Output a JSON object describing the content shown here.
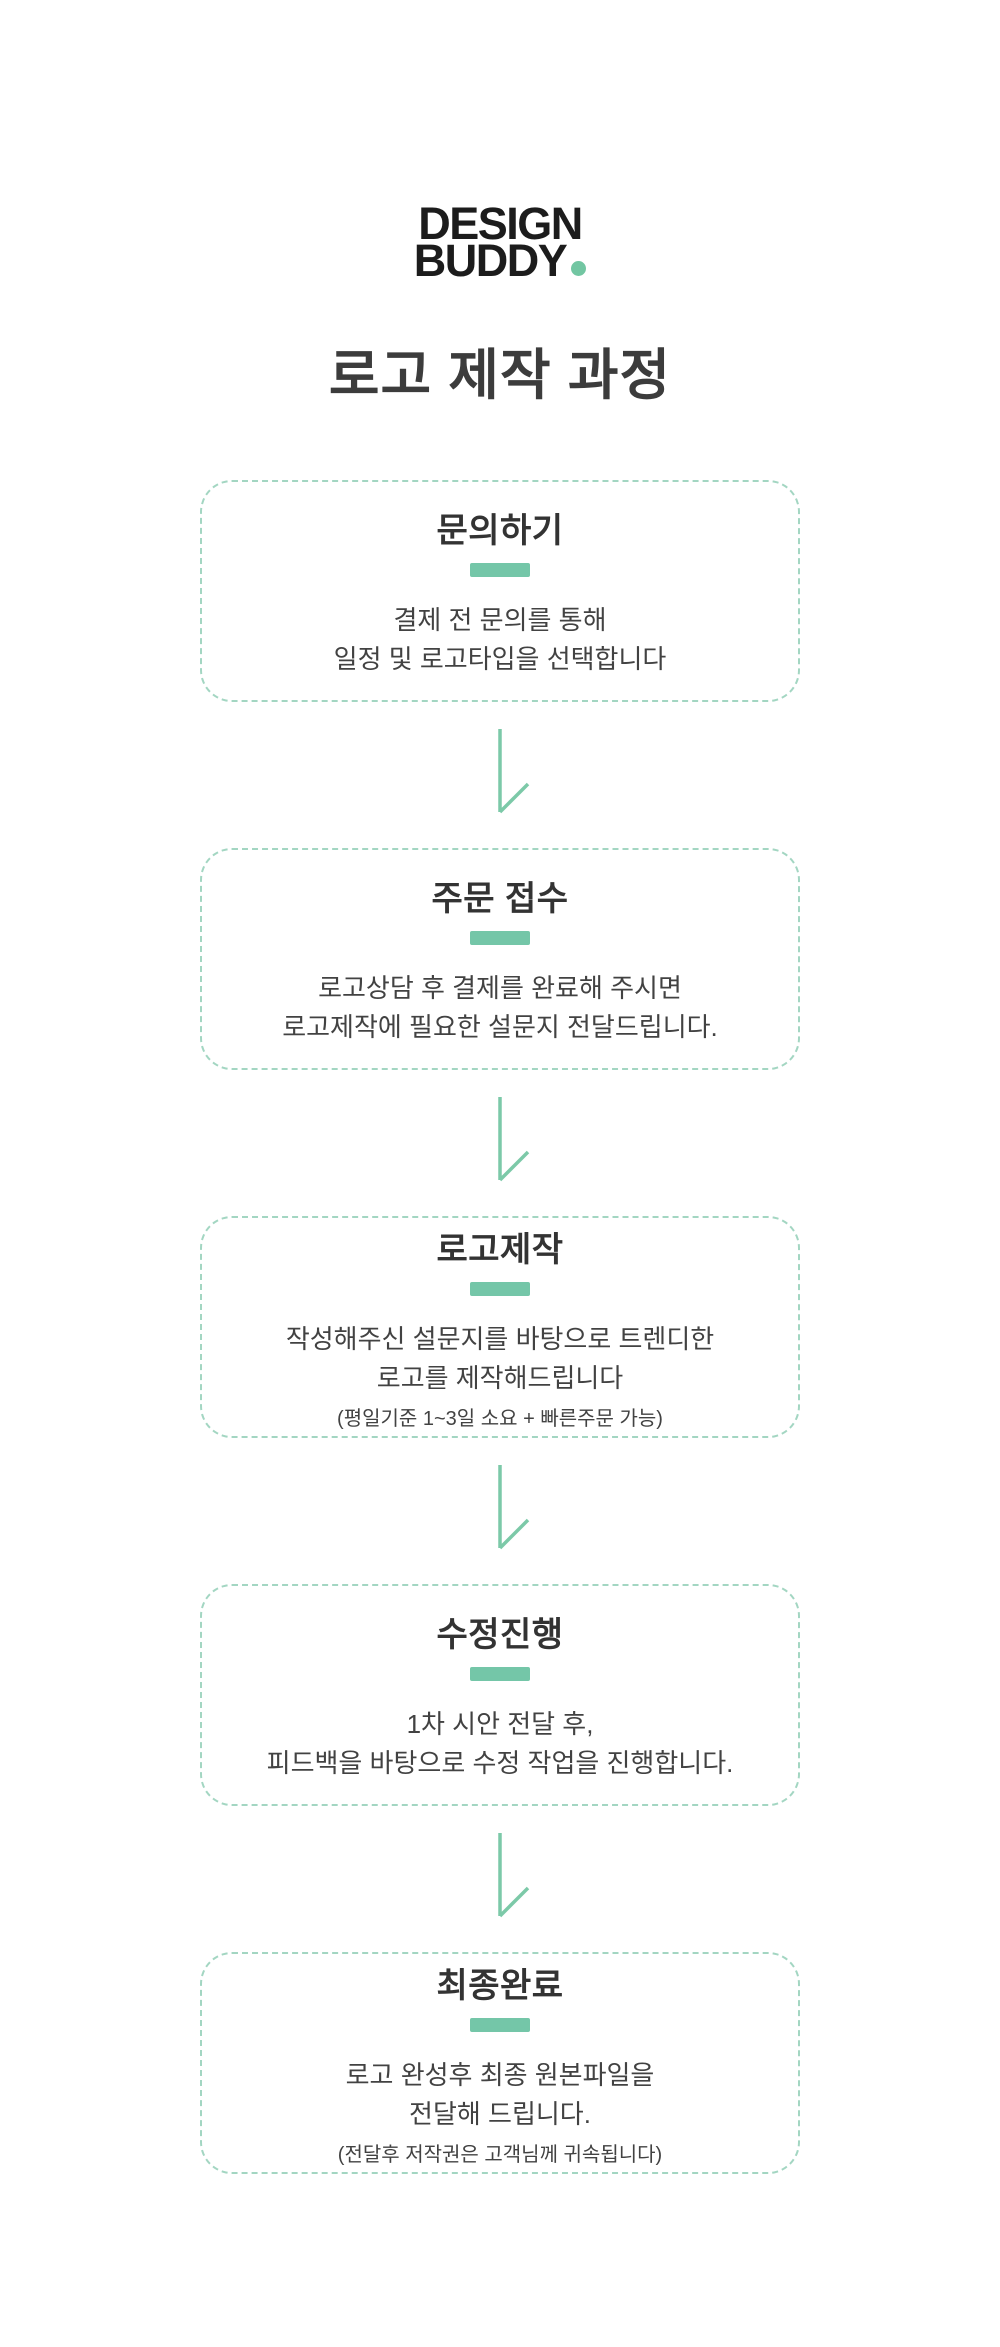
{
  "logo": {
    "line1": "DESIGN",
    "line2": "BUDDY",
    "dot": "mint-dot"
  },
  "page_title": "로고 제작 과정",
  "colors": {
    "logo_black": "#1c1c1c",
    "heading": "#3c3c3c",
    "card_title": "#333333",
    "body_text": "#424242",
    "accent_bar": "#74c6a8",
    "accent_dot": "#72c6a2",
    "arrow": "#7cc9a8",
    "card_border": "#a3d6c2",
    "page_bg": "#ffffff"
  },
  "icons": {
    "flow_connector": "down-arrow-icon"
  },
  "steps": [
    {
      "title": "문의하기",
      "lines": [
        "결제 전 문의를 통해",
        "일정 및 로고타입을 선택합니다"
      ]
    },
    {
      "title": "주문 접수",
      "lines": [
        "로고상담 후 결제를 완료해 주시면",
        "로고제작에 필요한 설문지 전달드립니다."
      ]
    },
    {
      "title": "로고제작",
      "lines": [
        "작성해주신 설문지를 바탕으로 트렌디한",
        "로고를 제작해드립니다"
      ],
      "note": "(평일기준 1~3일 소요 + 빠른주문 가능)"
    },
    {
      "title": "수정진행",
      "lines": [
        "1차 시안 전달 후,",
        "피드백을 바탕으로 수정 작업을 진행합니다."
      ]
    },
    {
      "title": "최종완료",
      "lines": [
        "로고 완성후 최종 원본파일을",
        "전달해 드립니다."
      ],
      "note": "(전달후 저작권은 고객님께 귀속됩니다)"
    }
  ]
}
